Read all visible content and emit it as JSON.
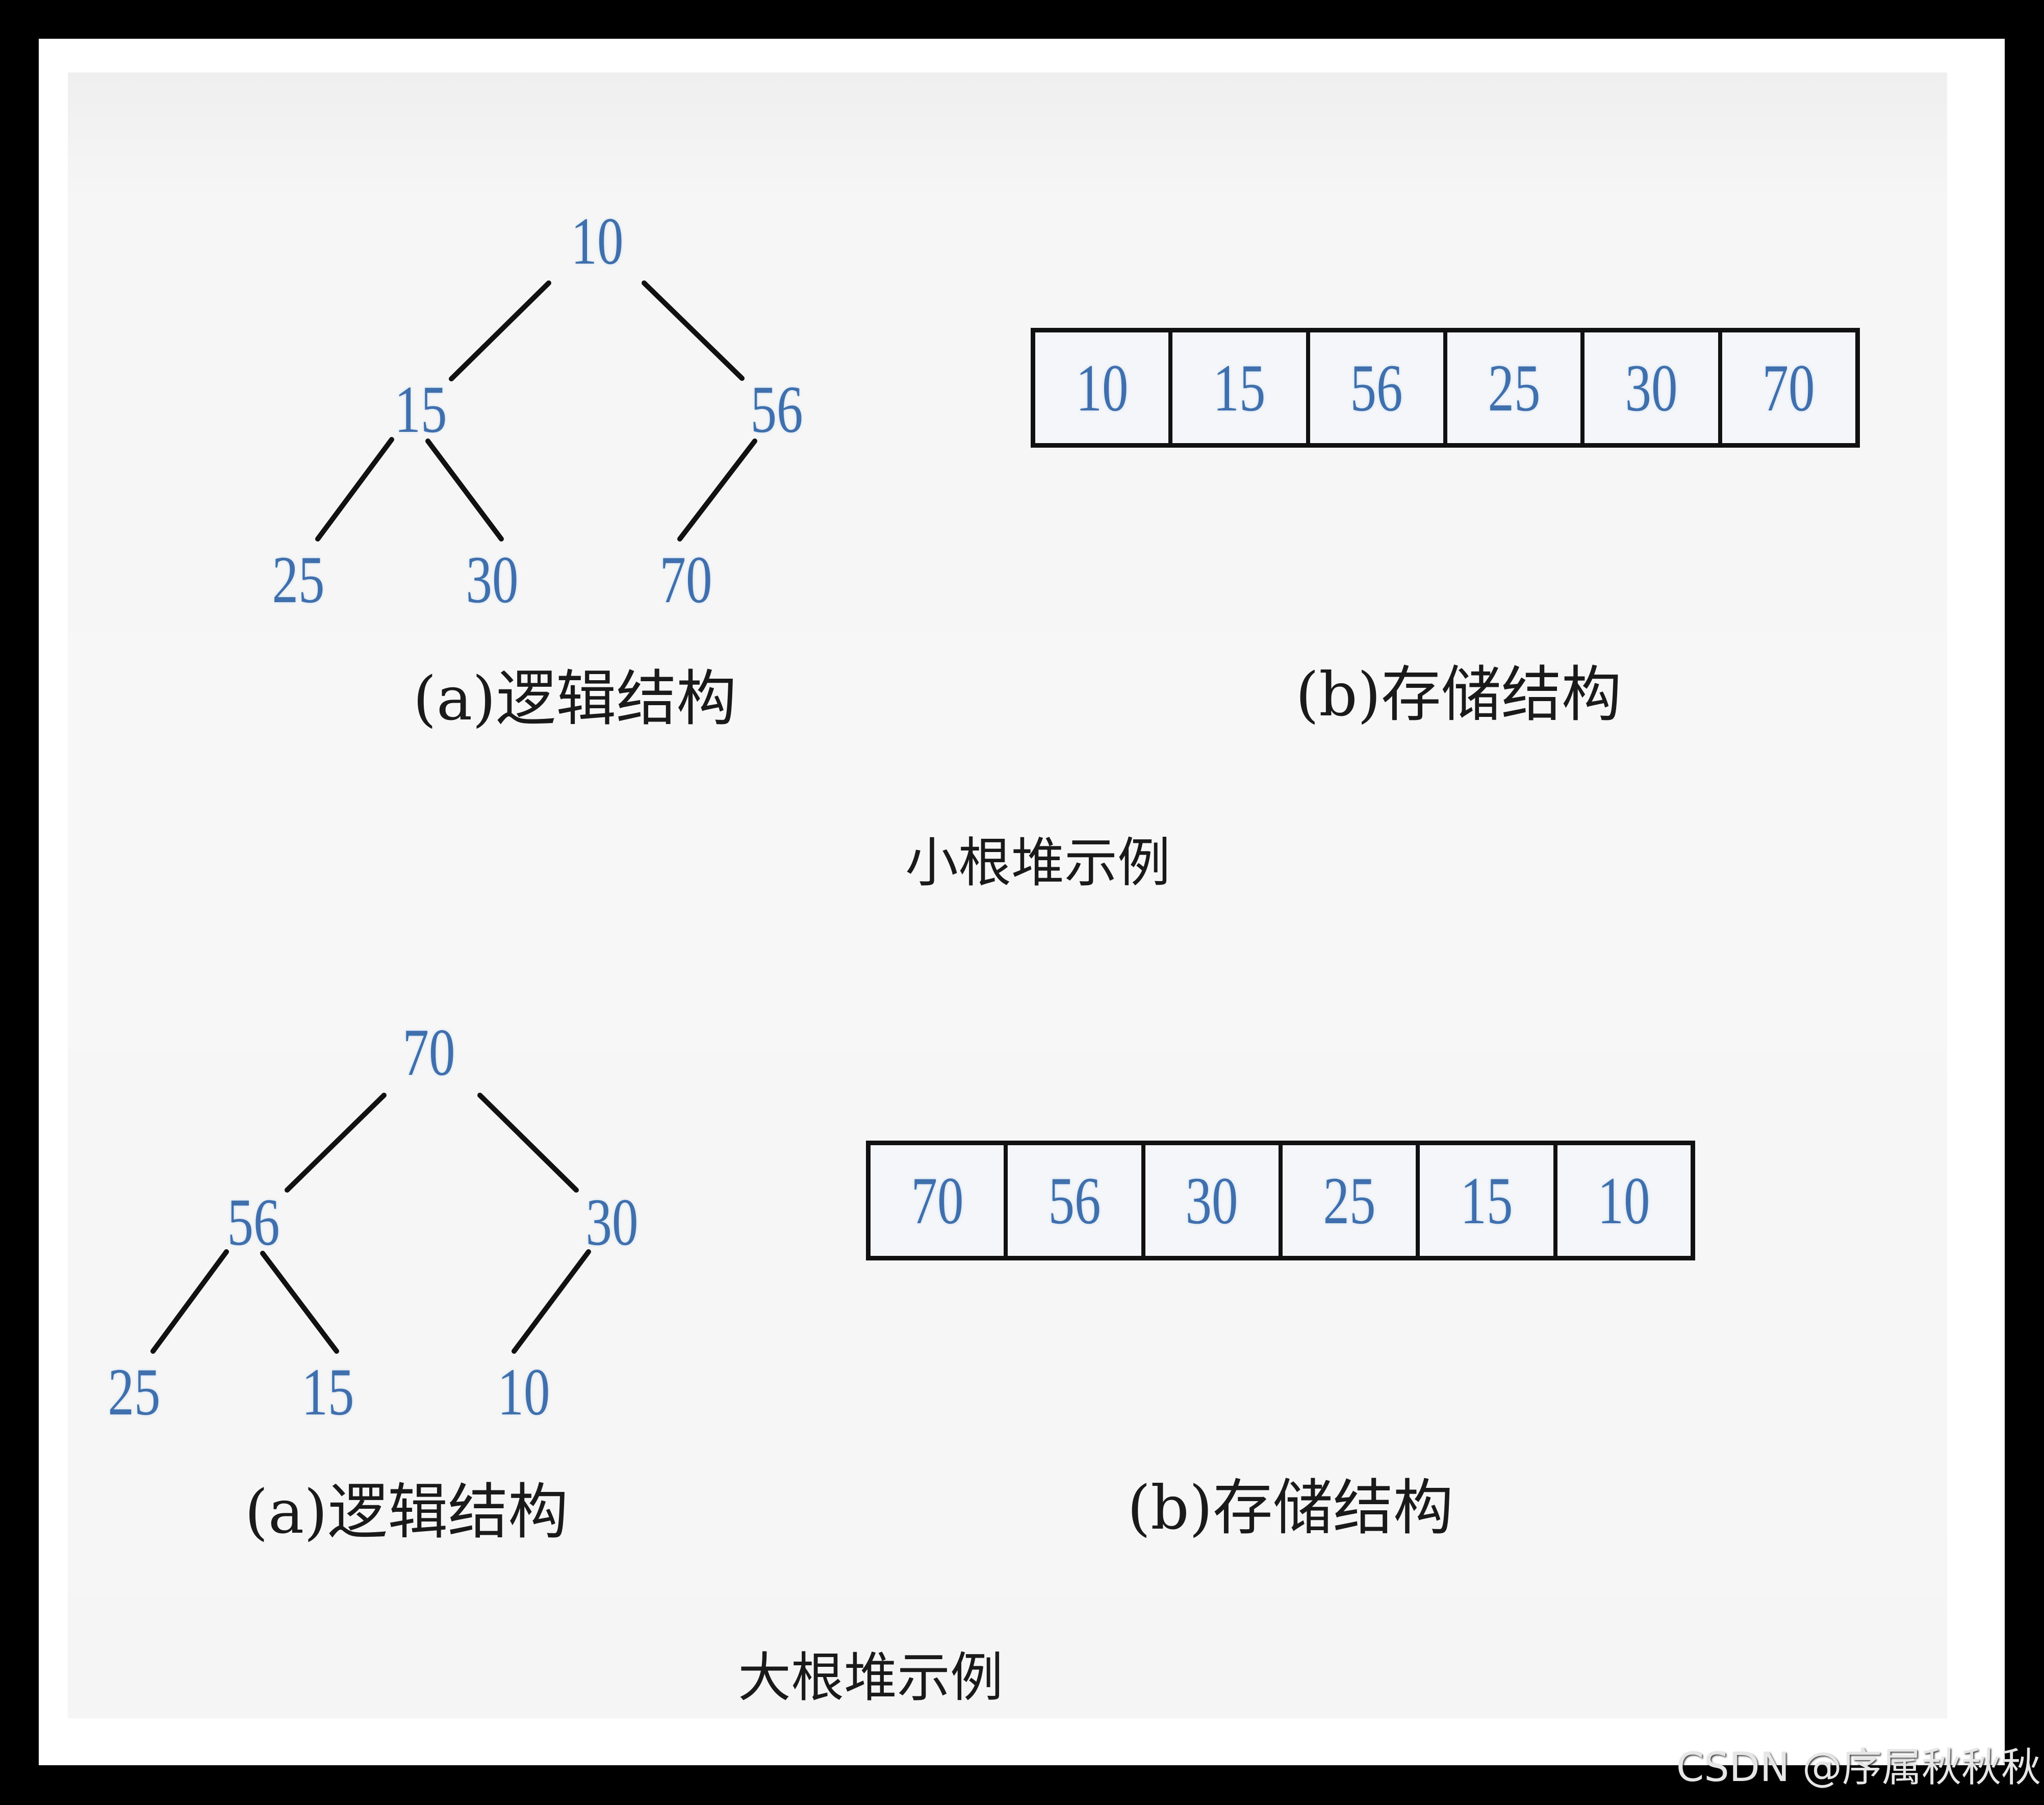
{
  "watermark": "CSDN @序属秋秋秋",
  "colors": {
    "node_text": "#3f70ad",
    "edge": "#111111",
    "panel_bg": "#f7f7f7",
    "frame_bg": "#ffffff",
    "outer_bg": "#000000"
  },
  "min_heap": {
    "title": "小根堆示例",
    "logical_caption": "(a)逻辑结构",
    "storage_caption": "(b)存储结构",
    "tree": {
      "root": "10",
      "level1": [
        "15",
        "56"
      ],
      "level2": [
        "25",
        "30",
        "70"
      ],
      "edges": [
        [
          "10",
          "15"
        ],
        [
          "10",
          "56"
        ],
        [
          "15",
          "25"
        ],
        [
          "15",
          "30"
        ],
        [
          "56",
          "70"
        ]
      ]
    },
    "array": [
      "10",
      "15",
      "56",
      "25",
      "30",
      "70"
    ]
  },
  "max_heap": {
    "title": "大根堆示例",
    "logical_caption": "(a)逻辑结构",
    "storage_caption": "(b)存储结构",
    "tree": {
      "root": "70",
      "level1": [
        "56",
        "30"
      ],
      "level2": [
        "25",
        "15",
        "10"
      ],
      "edges": [
        [
          "70",
          "56"
        ],
        [
          "70",
          "30"
        ],
        [
          "56",
          "25"
        ],
        [
          "56",
          "15"
        ],
        [
          "30",
          "10"
        ]
      ]
    },
    "array": [
      "70",
      "56",
      "30",
      "25",
      "15",
      "10"
    ]
  }
}
